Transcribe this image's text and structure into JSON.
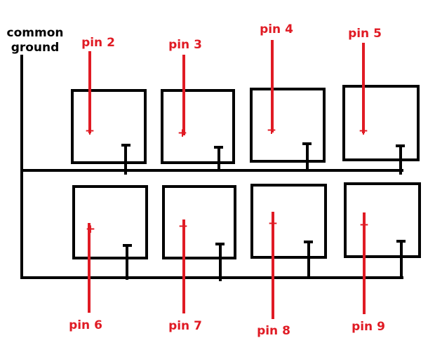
{
  "ground": {
    "label_line1": "common",
    "label_line2": "ground"
  },
  "colors": {
    "wire": "#000000",
    "signal": "#e01b24"
  },
  "symbols": {
    "plus": "+",
    "minus": "-"
  },
  "cells": [
    {
      "pin": "pin 2"
    },
    {
      "pin": "pin 3"
    },
    {
      "pin": "pin 4"
    },
    {
      "pin": "pin 5"
    },
    {
      "pin": "pin 6"
    },
    {
      "pin": "pin 7"
    },
    {
      "pin": "pin 8"
    },
    {
      "pin": "pin 9"
    }
  ]
}
